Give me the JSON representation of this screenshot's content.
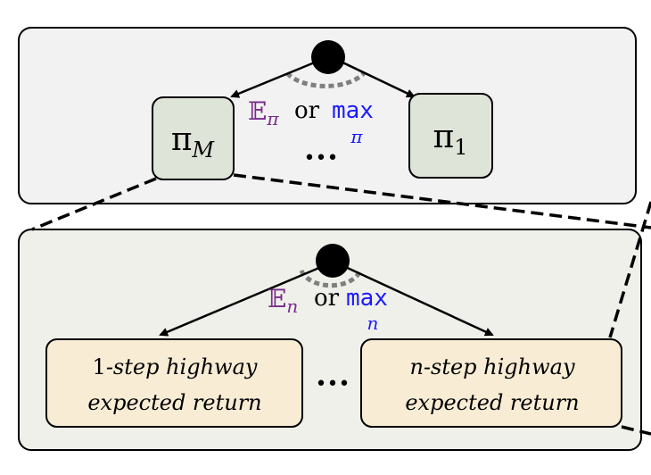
{
  "top_panel": {
    "left_policy": {
      "base": "π",
      "sub": "M"
    },
    "right_policy": {
      "base": "π",
      "sub": "1"
    },
    "expectation": {
      "symbol": "𝔼",
      "sub": "π"
    },
    "or_word": "or",
    "max": {
      "word": "max",
      "sub": "π"
    },
    "ellipsis": "•••"
  },
  "bottom_panel": {
    "left_box": {
      "n": "1",
      "line1_rest": "-step highway",
      "line2": "expected return"
    },
    "right_box": {
      "n": "n",
      "line1_rest": "-step highway",
      "line2": "expected return"
    },
    "expectation": {
      "symbol": "𝔼",
      "sub": "n"
    },
    "or_word": "or",
    "max": {
      "word": "max",
      "sub": "n"
    },
    "ellipsis": "•••"
  },
  "colors": {
    "top_panel_fill": "#f2f2f2",
    "bottom_panel_fill": "#eff0ea",
    "policy_box_fill": "#dfe4d9",
    "return_box_fill": "#f8ecd5",
    "expectation_color": "#7a2a8c",
    "max_color": "#1a1aff",
    "arc_color": "#7f7f7f"
  }
}
